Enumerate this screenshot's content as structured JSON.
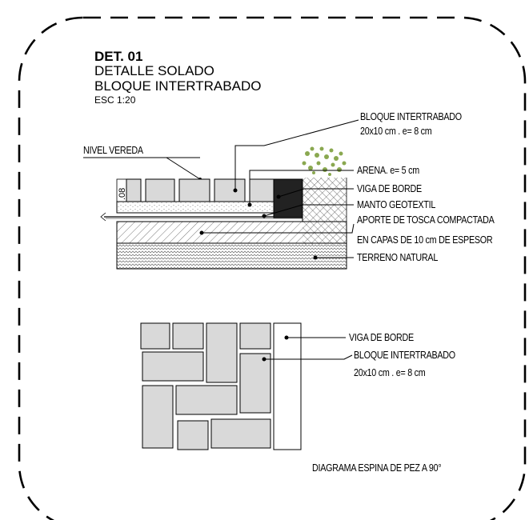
{
  "title": {
    "code": "DET. 01",
    "line1": "DETALLE SOLADO",
    "line2": "BLOQUE INTERTRABADO",
    "scale": "ESC 1:20"
  },
  "section": {
    "nivel_label": "NIVEL VEREDA",
    "dimension": ".08",
    "labels": {
      "bloque_line1": "BLOQUE INTERTRABADO",
      "bloque_line2": "20x10 cm . e= 8 cm",
      "arena": "ARENA. e= 5 cm",
      "viga": "VIGA DE BORDE",
      "manto": "MANTO GEOTEXTIL",
      "tosca_line1": "APORTE DE TOSCA COMPACTADA",
      "tosca_line2": "EN CAPAS DE 10 cm DE ESPESOR",
      "terreno": "TERRENO NATURAL"
    }
  },
  "plan": {
    "labels": {
      "viga": "VIGA DE BORDE",
      "bloque_line1": "BLOQUE INTERTRABADO",
      "bloque_line2": "20x10 cm . e= 8 cm"
    },
    "caption": "DIAGRAMA ESPINA DE PEZ A 90°"
  },
  "colors": {
    "block_fill": "#d9d9d9",
    "viga_fill": "#222222",
    "plant": "#8aa850"
  }
}
